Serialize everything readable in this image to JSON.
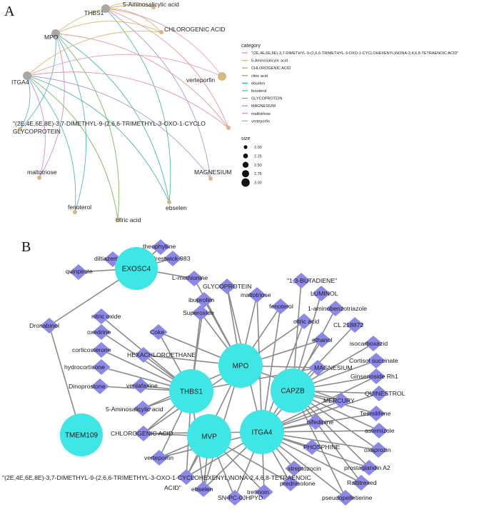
{
  "panel_a": {
    "letter": "A",
    "genes": [
      {
        "id": "THBS1",
        "label": "THBS1"
      },
      {
        "id": "MPO",
        "label": "MPO"
      },
      {
        "id": "ITGA4",
        "label": "ITGA4"
      }
    ],
    "drugs": [
      {
        "id": "aminosal",
        "label": "5-Aminosalicylic acid",
        "color": "#c8b560"
      },
      {
        "id": "chlorogenic",
        "label": "CHLOROGENIC ACID",
        "color": "#d0ae4c"
      },
      {
        "id": "verteporfin",
        "label": "verteporfin",
        "color": "#e68fa6"
      },
      {
        "id": "tetraenoic",
        "label": "\"(2E,4E,6E,8E)-3,7-DIMETHYL-9-(2,6,6-TRIMETHYL-3-OXO-1-CYCLO",
        "color": "#e58a8a"
      },
      {
        "id": "glycoprotein",
        "label": "GLYCOPROTEIN",
        "color": "#4aaed6"
      },
      {
        "id": "magnesium",
        "label": "MAGNESIUM",
        "color": "#a68cd6"
      },
      {
        "id": "maltotriose",
        "label": "maltotriose",
        "color": "#d37dd3"
      },
      {
        "id": "fenoterol",
        "label": "fenoterol",
        "color": "#3fb5a8"
      },
      {
        "id": "citric",
        "label": "citric acid",
        "color": "#6db04f"
      },
      {
        "id": "ebselen",
        "label": "ebselen",
        "color": "#36b394"
      }
    ],
    "edges": [
      {
        "gene": "THBS1",
        "drug": "aminosal"
      },
      {
        "gene": "THBS1",
        "drug": "chlorogenic"
      },
      {
        "gene": "THBS1",
        "drug": "verteporfin"
      },
      {
        "gene": "THBS1",
        "drug": "tetraenoic"
      },
      {
        "gene": "THBS1",
        "drug": "magnesium"
      },
      {
        "gene": "THBS1",
        "drug": "ebselen"
      },
      {
        "gene": "MPO",
        "drug": "aminosal"
      },
      {
        "gene": "MPO",
        "drug": "chlorogenic"
      },
      {
        "gene": "MPO",
        "drug": "tetraenoic"
      },
      {
        "gene": "MPO",
        "drug": "glycoprotein"
      },
      {
        "gene": "MPO",
        "drug": "fenoterol"
      },
      {
        "gene": "MPO",
        "drug": "citric"
      },
      {
        "gene": "MPO",
        "drug": "ebselen"
      },
      {
        "gene": "MPO",
        "drug": "maltotriose"
      },
      {
        "gene": "ITGA4",
        "drug": "chlorogenic"
      },
      {
        "gene": "ITGA4",
        "drug": "verteporfin"
      },
      {
        "gene": "ITGA4",
        "drug": "tetraenoic"
      },
      {
        "gene": "ITGA4",
        "drug": "glycoprotein"
      },
      {
        "gene": "ITGA4",
        "drug": "maltotriose"
      },
      {
        "gene": "ITGA4",
        "drug": "fenoterol"
      },
      {
        "gene": "ITGA4",
        "drug": "citric"
      },
      {
        "gene": "ITGA4",
        "drug": "ebselen"
      },
      {
        "gene": "ITGA4",
        "drug": "magnesium"
      }
    ],
    "legend": {
      "category_title": "category",
      "categories": [
        {
          "label": "\"(2E,4E,6E,8E)-3,7-DIMETHYL-9-(2,6,6-TRIMETHYL-3-OXO-1-CYCLOHEXENYL)NONA-2,4,6,8-TETRAENOIC ACID\"",
          "color": "#e58a8a"
        },
        {
          "label": "5-Aminosalicylic acid",
          "color": "#c8b560"
        },
        {
          "label": "CHLOROGENIC ACID",
          "color": "#b7a43a"
        },
        {
          "label": "citric acid",
          "color": "#6db04f"
        },
        {
          "label": "ebselen",
          "color": "#36b394"
        },
        {
          "label": "fenoterol",
          "color": "#3fb5a8"
        },
        {
          "label": "GLYCOPROTEIN",
          "color": "#4aaed6"
        },
        {
          "label": "MAGNESIUM",
          "color": "#a68cd6"
        },
        {
          "label": "maltotriose",
          "color": "#d37dd3"
        },
        {
          "label": "verteporfin",
          "color": "#e68fa6"
        }
      ],
      "size_title": "size",
      "sizes": [
        "2.00",
        "2.25",
        "2.50",
        "2.75",
        "3.00"
      ]
    }
  },
  "panel_b": {
    "letter": "B",
    "hubs": [
      {
        "id": "EXOSC4",
        "label": "EXOSC4"
      },
      {
        "id": "TMEM109",
        "label": "TMEM109"
      },
      {
        "id": "MPO",
        "label": "MPO"
      },
      {
        "id": "THBS1",
        "label": "THBS1"
      },
      {
        "id": "CAPZB",
        "label": "CAPZB"
      },
      {
        "id": "MVP",
        "label": "MVP"
      },
      {
        "id": "ITGA4",
        "label": "ITGA4"
      }
    ],
    "drugs": [
      {
        "id": "theophylline",
        "label": "theophylline"
      },
      {
        "id": "diltiazem",
        "label": "diltiazem"
      },
      {
        "id": "prestwick",
        "label": "Prestwick-983"
      },
      {
        "id": "quinpirole",
        "label": "quinpirole"
      },
      {
        "id": "lmethionine",
        "label": "L-methionine"
      },
      {
        "id": "glycoprotein",
        "label": "GLYCOPROTEIN"
      },
      {
        "id": "maltotriose",
        "label": "maltotriose"
      },
      {
        "id": "ibuprofen",
        "label": "ibuprofen"
      },
      {
        "id": "fenoterol",
        "label": "fenoterol"
      },
      {
        "id": "nitricoxide",
        "label": "nitric oxide"
      },
      {
        "id": "superoxide",
        "label": "Superoxide"
      },
      {
        "id": "dronabinol",
        "label": "Dronabinol"
      },
      {
        "id": "oxedrine",
        "label": "oxedrine"
      },
      {
        "id": "coke",
        "label": "Coke"
      },
      {
        "id": "corticosterone",
        "label": "corticosterone"
      },
      {
        "id": "hexachloroethane",
        "label": "HEXACHLOROETHANE"
      },
      {
        "id": "hydrocortisone",
        "label": "hydrocortisone"
      },
      {
        "id": "dinoprostone",
        "label": "Dinoprostone"
      },
      {
        "id": "venlafaxine",
        "label": "venlafaxine"
      },
      {
        "id": "aminosal",
        "label": "5-Aminosalicylic acid"
      },
      {
        "id": "chlorogenic",
        "label": "CHLOROGENIC ACID"
      },
      {
        "id": "verteporfin",
        "label": "verteporfin"
      },
      {
        "id": "butadiene",
        "label": "\"1,3-BUTADIENE\""
      },
      {
        "id": "luminol",
        "label": "LUMINOL"
      },
      {
        "id": "aminobenzotriazole",
        "label": "1-aminobenzotriazole"
      },
      {
        "id": "citric",
        "label": "citric acid"
      },
      {
        "id": "cl218872",
        "label": "CL 218872"
      },
      {
        "id": "ethanol",
        "label": "ethanol"
      },
      {
        "id": "isocarboxazid",
        "label": "isocarboxazid"
      },
      {
        "id": "cortisol",
        "label": "Cortisol succinate"
      },
      {
        "id": "magnesium",
        "label": "MAGNESIUM"
      },
      {
        "id": "ginsenoside",
        "label": "Ginsenoside Rh1"
      },
      {
        "id": "quinestrol",
        "label": "QUINESTROL"
      },
      {
        "id": "mercury",
        "label": "MERCURY"
      },
      {
        "id": "tesmilifene",
        "label": "Tesmilifene"
      },
      {
        "id": "nifedipine",
        "label": "nifedipine"
      },
      {
        "id": "astemizole",
        "label": "astemizole"
      },
      {
        "id": "phosphine",
        "label": "PHOSPHINE"
      },
      {
        "id": "oxaprozin",
        "label": "oxaprozin"
      },
      {
        "id": "prostaglandin",
        "label": "prostaglandin A2"
      },
      {
        "id": "streptozocin",
        "label": "streptozocin"
      },
      {
        "id": "raltitrexed",
        "label": "Raltitrexed"
      },
      {
        "id": "prednisolone",
        "label": "prednisolone"
      },
      {
        "id": "pseudopelletierine",
        "label": "pseudopelletierine"
      },
      {
        "id": "ebselen",
        "label": "ebselen"
      },
      {
        "id": "snpc",
        "label": "SN-PC-0JHPYD"
      },
      {
        "id": "tretinoin",
        "label": "tretinoin"
      }
    ],
    "long_label_line1": "\"(2E,4E,6E,8E)-3,7-DIMETHYL-9-(2,6,6-TRIMETHYL-3-OXO-1-CYCLOHEXENYL)NONA-2,4,6,8-TETRAENOIC",
    "long_label_line2": "ACID\"",
    "edges": [
      [
        "EXOSC4",
        "theophylline"
      ],
      [
        "EXOSC4",
        "diltiazem"
      ],
      [
        "EXOSC4",
        "prestwick"
      ],
      [
        "EXOSC4",
        "quinpirole"
      ],
      [
        "EXOSC4",
        "lmethionine"
      ],
      [
        "EXOSC4",
        "dronabinol"
      ],
      [
        "TMEM109",
        "dronabinol"
      ],
      [
        "MPO",
        "glycoprotein"
      ],
      [
        "MPO",
        "maltotriose"
      ],
      [
        "MPO",
        "ibuprofen"
      ],
      [
        "MPO",
        "fenoterol"
      ],
      [
        "MPO",
        "superoxide"
      ],
      [
        "MPO",
        "coke"
      ],
      [
        "MPO",
        "citric"
      ],
      [
        "MPO",
        "ethanol"
      ],
      [
        "MPO",
        "magnesium"
      ],
      [
        "MPO",
        "lmethionine"
      ],
      [
        "MPO",
        "hexachloroethane"
      ],
      [
        "MPO",
        "aminosal"
      ],
      [
        "MPO",
        "chlorogenic"
      ],
      [
        "MPO",
        "tetraenoic"
      ],
      [
        "MPO",
        "ebselen"
      ],
      [
        "MPO",
        "mercury"
      ],
      [
        "THBS1",
        "nitricoxide"
      ],
      [
        "THBS1",
        "oxedrine"
      ],
      [
        "THBS1",
        "corticosterone"
      ],
      [
        "THBS1",
        "hydrocortisone"
      ],
      [
        "THBS1",
        "dinoprostone"
      ],
      [
        "THBS1",
        "venlafaxine"
      ],
      [
        "THBS1",
        "aminosal"
      ],
      [
        "THBS1",
        "chlorogenic"
      ],
      [
        "THBS1",
        "verteporfin"
      ],
      [
        "THBS1",
        "tetraenoic"
      ],
      [
        "THBS1",
        "hexachloroethane"
      ],
      [
        "THBS1",
        "coke"
      ],
      [
        "THBS1",
        "superoxide"
      ],
      [
        "THBS1",
        "magnesium"
      ],
      [
        "THBS1",
        "ebselen"
      ],
      [
        "THBS1",
        "ibuprofen"
      ],
      [
        "CAPZB",
        "butadiene"
      ],
      [
        "CAPZB",
        "luminol"
      ],
      [
        "CAPZB",
        "aminobenzotriazole"
      ],
      [
        "CAPZB",
        "cl218872"
      ],
      [
        "CAPZB",
        "isocarboxazid"
      ],
      [
        "CAPZB",
        "cortisol"
      ],
      [
        "CAPZB",
        "ginsenoside"
      ],
      [
        "CAPZB",
        "quinestrol"
      ],
      [
        "CAPZB",
        "tesmilifene"
      ],
      [
        "CAPZB",
        "astemizole"
      ],
      [
        "CAPZB",
        "oxaprozin"
      ],
      [
        "CAPZB",
        "prostaglandin"
      ],
      [
        "CAPZB",
        "raltitrexed"
      ],
      [
        "CAPZB",
        "pseudopelletierine"
      ],
      [
        "CAPZB",
        "mercury"
      ],
      [
        "MVP",
        "verteporfin"
      ],
      [
        "MVP",
        "tetraenoic"
      ],
      [
        "MVP",
        "ebselen"
      ],
      [
        "MVP",
        "snpc"
      ],
      [
        "MVP",
        "tretinoin"
      ],
      [
        "MVP",
        "chlorogenic"
      ],
      [
        "MVP",
        "prednisolone"
      ],
      [
        "ITGA4",
        "citric"
      ],
      [
        "ITGA4",
        "ethanol"
      ],
      [
        "ITGA4",
        "magnesium"
      ],
      [
        "ITGA4",
        "mercury"
      ],
      [
        "ITGA4",
        "nifedipine"
      ],
      [
        "ITGA4",
        "phosphine"
      ],
      [
        "ITGA4",
        "streptozocin"
      ],
      [
        "ITGA4",
        "prednisolone"
      ],
      [
        "ITGA4",
        "tretinoin"
      ],
      [
        "ITGA4",
        "snpc"
      ],
      [
        "ITGA4",
        "ebselen"
      ],
      [
        "ITGA4",
        "glycoprotein"
      ],
      [
        "ITGA4",
        "maltotriose"
      ],
      [
        "ITGA4",
        "fenoterol"
      ],
      [
        "ITGA4",
        "chlorogenic"
      ],
      [
        "ITGA4",
        "verteporfin"
      ],
      [
        "ITGA4",
        "tetraenoic"
      ],
      [
        "ITGA4",
        "astemizole"
      ],
      [
        "ITGA4",
        "oxaprozin"
      ],
      [
        "ITGA4",
        "quinestrol"
      ],
      [
        "ITGA4",
        "tesmilifene"
      ],
      [
        "ITGA4",
        "prostaglandin"
      ],
      [
        "ITGA4",
        "raltitrexed"
      ],
      [
        "ITGA4",
        "pseudopelletierine"
      ],
      [
        "ITGA4",
        "ginsenoside"
      ]
    ],
    "colors": {
      "hub": "#3ee6e6",
      "drug": "#8c88e8",
      "edge": "#8a8a8a"
    }
  }
}
